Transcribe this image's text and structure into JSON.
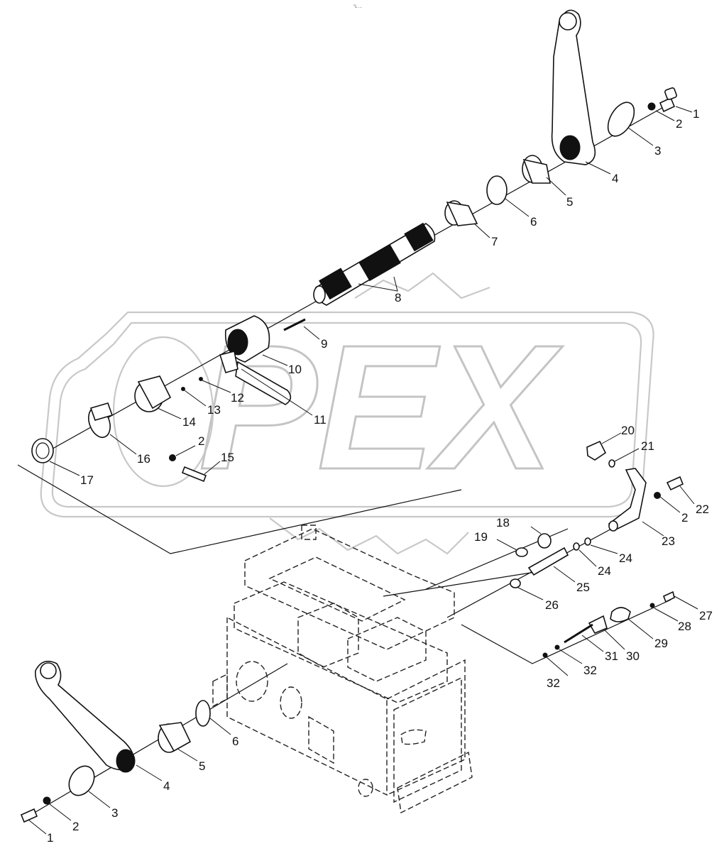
{
  "header": {
    "tiny_text": "\"L ..."
  },
  "watermark": {
    "text": "PEX"
  },
  "labels": [
    {
      "id": "l1a",
      "text": "1"
    },
    {
      "id": "l2a",
      "text": "2"
    },
    {
      "id": "l3a",
      "text": "3"
    },
    {
      "id": "l4a",
      "text": "4"
    },
    {
      "id": "l5a",
      "text": "5"
    },
    {
      "id": "l6a",
      "text": "6"
    },
    {
      "id": "l7",
      "text": "7"
    },
    {
      "id": "l8",
      "text": "8"
    },
    {
      "id": "l9",
      "text": "9"
    },
    {
      "id": "l10",
      "text": "10"
    },
    {
      "id": "l11",
      "text": "11"
    },
    {
      "id": "l12",
      "text": "12"
    },
    {
      "id": "l13",
      "text": "13"
    },
    {
      "id": "l14",
      "text": "14"
    },
    {
      "id": "l2b",
      "text": "2"
    },
    {
      "id": "l15",
      "text": "15"
    },
    {
      "id": "l16",
      "text": "16"
    },
    {
      "id": "l17",
      "text": "17"
    },
    {
      "id": "l20",
      "text": "20"
    },
    {
      "id": "l21",
      "text": "21"
    },
    {
      "id": "l22",
      "text": "22"
    },
    {
      "id": "l2c",
      "text": "2"
    },
    {
      "id": "l23",
      "text": "23"
    },
    {
      "id": "l18",
      "text": "18"
    },
    {
      "id": "l19",
      "text": "19"
    },
    {
      "id": "l24a",
      "text": "24"
    },
    {
      "id": "l24b",
      "text": "24"
    },
    {
      "id": "l25",
      "text": "25"
    },
    {
      "id": "l26",
      "text": "26"
    },
    {
      "id": "l27",
      "text": "27"
    },
    {
      "id": "l28",
      "text": "28"
    },
    {
      "id": "l29",
      "text": "29"
    },
    {
      "id": "l30",
      "text": "30"
    },
    {
      "id": "l31",
      "text": "31"
    },
    {
      "id": "l32a",
      "text": "32"
    },
    {
      "id": "l32b",
      "text": "32"
    },
    {
      "id": "l6b",
      "text": "6"
    },
    {
      "id": "l5b",
      "text": "5"
    },
    {
      "id": "l4b",
      "text": "4"
    },
    {
      "id": "l3b",
      "text": "3"
    },
    {
      "id": "l2d",
      "text": "2"
    },
    {
      "id": "l1b",
      "text": "1"
    }
  ]
}
